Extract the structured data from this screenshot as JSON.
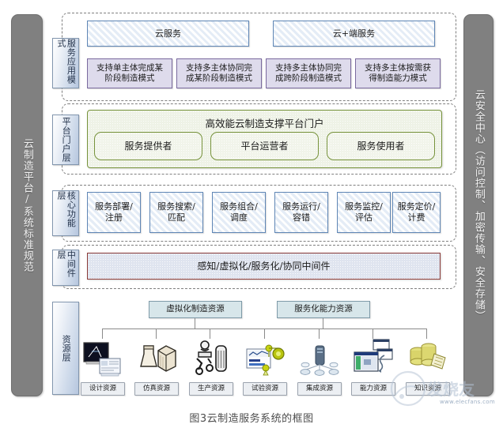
{
  "figure": {
    "caption": "图3云制造服务系统的框图"
  },
  "sidebars": {
    "left": {
      "label": "云制造平台/系统标准规范"
    },
    "right": {
      "label": "云安全中心（访问控制、加密传输、安全存储）"
    }
  },
  "layers": [
    {
      "id": "service-application-mode",
      "label": "服务应用模式"
    },
    {
      "id": "platform-portal",
      "label": "平台门户层"
    },
    {
      "id": "core-function",
      "label": "核心功能层"
    },
    {
      "id": "middleware",
      "label": "中间件层"
    },
    {
      "id": "resource",
      "label": "资源层"
    }
  ],
  "service_application_mode": {
    "services": [
      {
        "label": "云服务"
      },
      {
        "label": "云+端服务"
      }
    ],
    "modes": [
      {
        "line1": "支持单主体完成某",
        "line2": "阶段制造模式"
      },
      {
        "line1": "支持多主体协同完",
        "line2": "成某阶段制造模式"
      },
      {
        "line1": "支持多主体协同完",
        "line2": "成跨阶段制造模式"
      },
      {
        "line1": "支持多主体按需获",
        "line2": "得制造能力模式"
      }
    ]
  },
  "platform_portal": {
    "title": "高效能云制造支撑平台门户",
    "roles": [
      {
        "label": "服务提供者"
      },
      {
        "label": "平台运营者"
      },
      {
        "label": "服务使用者"
      }
    ]
  },
  "core_function": {
    "items": [
      {
        "line1": "服务部署/",
        "line2": "注册"
      },
      {
        "line1": "服务搜索/",
        "line2": "匹配"
      },
      {
        "line1": "服务组合/",
        "line2": "调度"
      },
      {
        "line1": "服务运行/",
        "line2": "容错"
      },
      {
        "line1": "服务监控/",
        "line2": "评估"
      },
      {
        "line1": "服务定价/",
        "line2": "计费"
      }
    ]
  },
  "middleware": {
    "label": "感知/虚拟化/服务化/协同中间件"
  },
  "resource": {
    "pools": [
      {
        "label": "虚拟化制造资源"
      },
      {
        "label": "服务化能力资源"
      }
    ],
    "items": [
      {
        "label": "设计资源",
        "icon": "design-monitor-icon"
      },
      {
        "label": "仿真资源",
        "icon": "simulation-part-icon"
      },
      {
        "label": "生产资源",
        "icon": "production-machine-icon"
      },
      {
        "label": "试验资源",
        "icon": "experiment-chart-icon"
      },
      {
        "label": "集成资源",
        "icon": "integration-network-icon"
      },
      {
        "label": "能力资源",
        "icon": "capability-screen-icon"
      },
      {
        "label": "知识资源",
        "icon": "knowledge-database-icon"
      }
    ]
  },
  "watermark": {
    "brand": "电子发烧友",
    "url": "www.elecfans.com"
  },
  "colors": {
    "sidebar_gray": "#808080",
    "service_blue_border": "#5f86b5",
    "mode_purple_border": "#7a6a9e",
    "portal_green_border": "#77933c",
    "middleware_red_border": "#8c3b38",
    "pool_teal": "#d7e6ea",
    "dashed_gray": "#7f7f7f"
  }
}
